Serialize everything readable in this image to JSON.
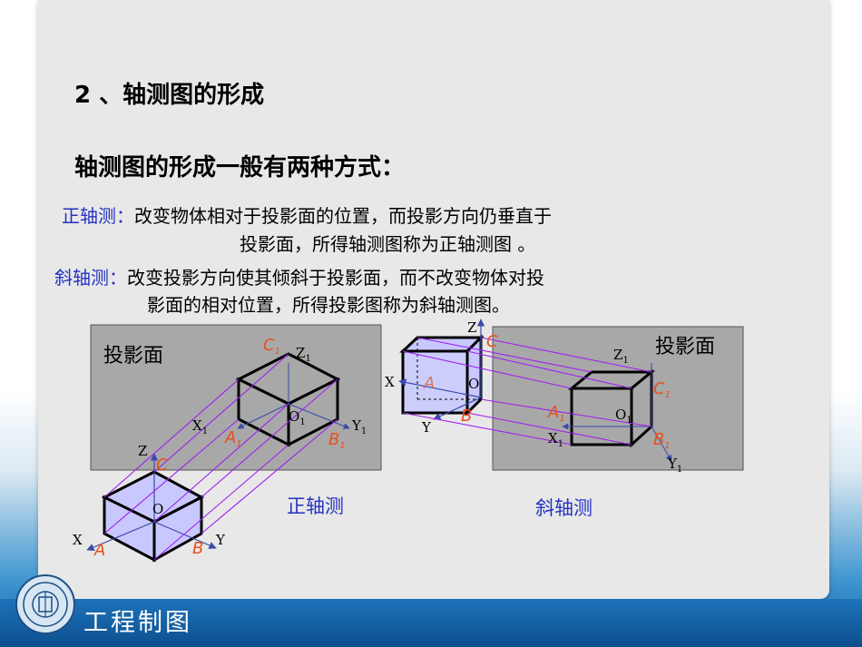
{
  "heading": "2 、轴测图的形成",
  "intro": "轴测图的形成一般有两种方式：",
  "orthogonal": {
    "term": "正轴测：",
    "line1": "改变物体相对于投影面的位置，而投影方向仍垂直于",
    "line2": "投影面，所得轴测图称为正轴测图 。"
  },
  "oblique": {
    "term": "斜轴测：",
    "line1": "改变投影方向使其倾斜于投影面，而不改变物体对投",
    "line2": "影面的相对位置，所得投影图称为斜轴测图。"
  },
  "figure_left": {
    "plane_label": "投影面",
    "caption": "正轴测",
    "axes": {
      "x": "X",
      "y": "Y",
      "z": "Z",
      "o": "O",
      "x1": "X",
      "y1": "Y",
      "z1": "Z",
      "o1": "O",
      "sub": "1"
    },
    "points": {
      "a": "A",
      "b": "B",
      "c": "C",
      "a1": "A",
      "b1": "B",
      "c1": "C"
    }
  },
  "figure_right": {
    "plane_label": "投影面",
    "caption": "斜轴测",
    "axes": {
      "x": "X",
      "y": "Y",
      "z": "Z",
      "o": "O",
      "x1": "X",
      "y1": "Y",
      "z1": "Z",
      "o1": "O",
      "sub": "1"
    },
    "points": {
      "a": "A",
      "b": "B",
      "c": "C",
      "a1": "A",
      "b1": "B",
      "c1": "C"
    }
  },
  "footer": {
    "course": "工程制图",
    "logo_icon": "university-seal-icon"
  },
  "colors": {
    "term": "#2431c4",
    "point_label": "#e8501e",
    "projection_line": "#a020f0",
    "cube_fill": "#c8c8ff",
    "plane": "#a8a8a8"
  }
}
